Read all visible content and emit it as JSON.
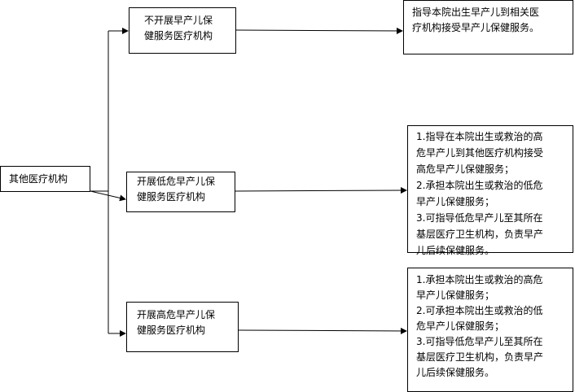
{
  "root": {
    "label": "其他医疗机构"
  },
  "branches": [
    {
      "label_lines": [
        "不开展早产儿保",
        "健服务医疗机构"
      ],
      "result_lines": [
        "指导本院出生早产儿到相关医",
        "疗机构接受早产儿保健服务。"
      ]
    },
    {
      "label_lines": [
        "开展低危早产儿保",
        "健服务医疗机构"
      ],
      "result_lines": [
        "1.指导在本院出生或救治的高",
        "危早产儿到其他医疗机构接受",
        "高危早产儿保健服务；",
        "2.承担本院出生或救治的低危",
        "早产儿保健服务；",
        "3.可指导低危早产儿至其所在",
        "基层医疗卫生机构，负责早产",
        "儿后续保健服务。"
      ]
    },
    {
      "label_lines": [
        "开展高危早产儿保",
        "健服务医疗机构"
      ],
      "result_lines": [
        "1.承担本院出生或救治的高危",
        "早产儿保健服务；",
        "2.可承担本院出生或救治的低",
        "危早产儿保健服务；",
        "3.可指导低危早产儿至其所在",
        "基层医疗卫生机构，负责早产",
        "儿后续保健服务。"
      ]
    }
  ]
}
